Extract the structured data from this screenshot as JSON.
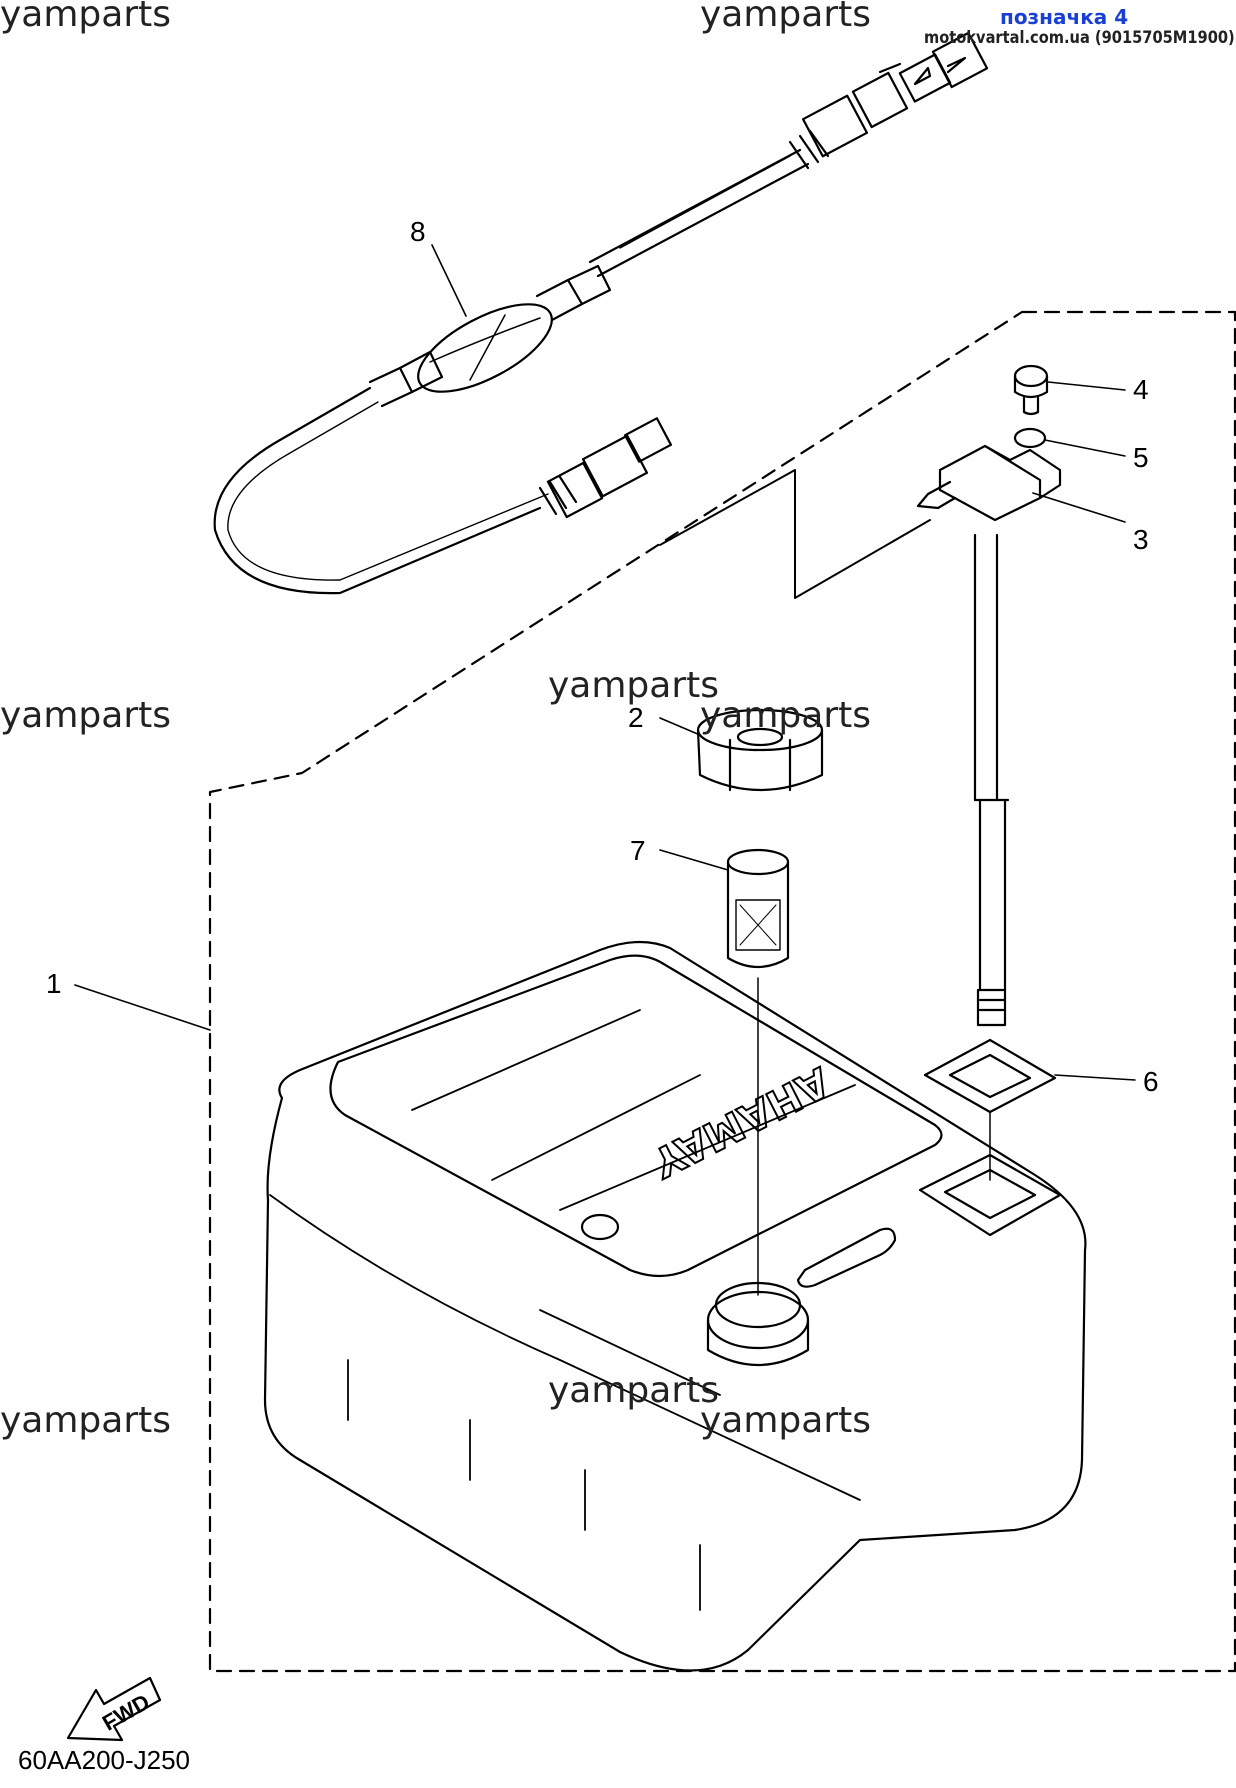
{
  "header": {
    "marker_label": "позначка 4",
    "source_label": "motokvartal.com.ua (9015705M1900)"
  },
  "watermarks": [
    "yamparts",
    "yamparts",
    "yamparts",
    "yamparts",
    "yamparts",
    "yamparts",
    "yamparts",
    "yamparts"
  ],
  "callouts": [
    "1",
    "2",
    "3",
    "4",
    "5",
    "6",
    "7",
    "8"
  ],
  "tank_brand": "YAMAHA",
  "direction_label": "FWD",
  "diagram_ref": "60AA200-J250",
  "colors": {
    "line": "#000000",
    "marker": "#1a3fd6",
    "background": "#ffffff"
  }
}
